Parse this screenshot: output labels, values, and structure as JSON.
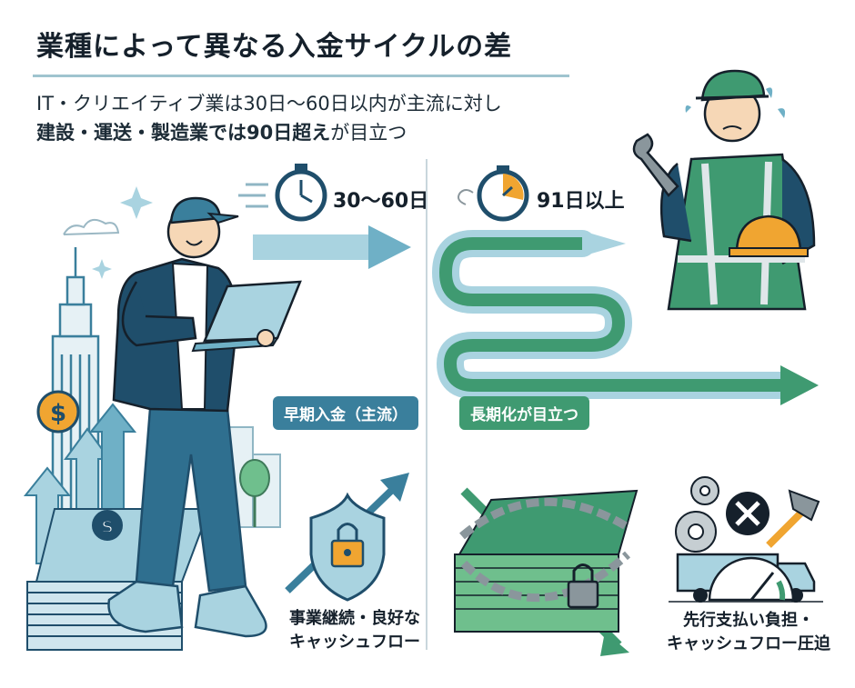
{
  "header": {
    "title": "業種によって異なる入金サイクルの差",
    "subtitle_line1": "IT・クリエイティブ業は30日〜60日以内が主流に対し",
    "subtitle_line2_bold": "建設・運送・製造業では90日超え",
    "subtitle_line2_rest": "が目立つ"
  },
  "left": {
    "duration_label": "30〜60日",
    "badge": "早期入金（主流）",
    "caption_line1": "事業継続・良好な",
    "caption_line2": "キャッシュフロー"
  },
  "right": {
    "duration_label": "91日以上",
    "badge": "長期化が目立つ",
    "caption_line1": "先行支払い負担・",
    "caption_line2": "キャッシュフロー圧迫"
  },
  "colors": {
    "navy": "#1f4e6b",
    "teal": "#3a7f9c",
    "light_blue": "#a9d3e0",
    "green": "#3f9a71",
    "orange": "#f0a531",
    "gray": "#8a969c"
  },
  "icons": [
    "stopwatch-icon",
    "dollar-coin-icon",
    "padlock-shield-icon",
    "chained-money-icon",
    "gear-icon",
    "hammer-icon",
    "truck-icon",
    "gauge-icon",
    "cross-icon",
    "wrench-icon",
    "hardhat-icon",
    "sparkle-icon"
  ]
}
